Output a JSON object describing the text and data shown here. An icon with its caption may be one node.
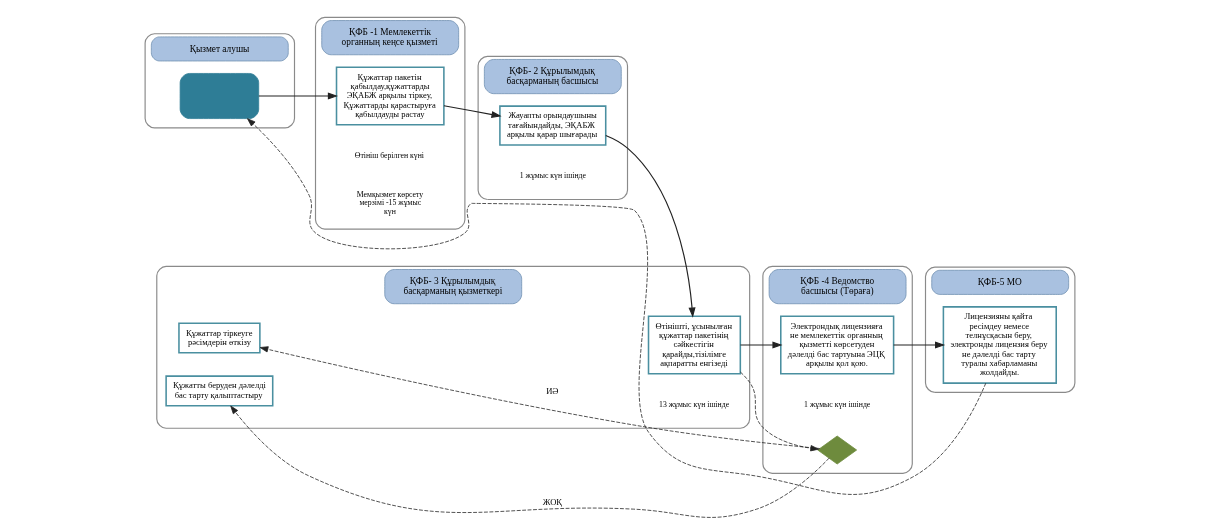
{
  "diagram": {
    "nodes": [
      {
        "text": [
          "Қызмет алушы"
        ]
      },
      {
        "text": [
          "ҚФБ -1 Мемлекеттік органның кеңсе қызметі"
        ]
      },
      {
        "text": [
          "ҚФБ- 2 Құрылымдық басқарманың басшысы"
        ]
      },
      {
        "text": [
          "ҚФБ- 3 Құрылымдық басқарманың қызметкері"
        ]
      },
      {
        "text": [
          "ҚФБ -4 Ведомство басшысы (Төраға)"
        ]
      },
      {
        "text": [
          "ҚФБ-5 МО"
        ]
      },
      {
        "text": [],
        "shape": "box",
        "in": 0
      },
      {
        "text": [
          "Құжаттар пакетін қабылдау,құжаттарды ЭҚАБЖ арқылы тіркеу, Құжаттарды қарастыруға қабылдауды растау"
        ],
        "in": 1,
        "beside": [
          "Өтініш берілген күні",
          "Мемқызмет көрсету мерзімі -15 жұмыс күн"
        ]
      },
      {
        "text": [
          "Жауапты орындаушыны тағайындайды, ЭҚАБЖ арқылы қарар шығарады"
        ],
        "in": 2,
        "beside": [
          "1 жұмыс күн ішінде"
        ]
      },
      {
        "text": [
          "Өтінішті, ұсынылған құжаттар пакетінің сәйкестігін қарайды,тізілімге ақпаратты енгізеді"
        ],
        "in": 3,
        "beside": [
          "13 жұмыс күн ішінде"
        ]
      },
      {
        "text": [
          "Электрондық лицензияға не мемлекеттік органның қызметті көрсетуден дәлелді бас тартуына ЭЦҚ арқылы қол қою."
        ],
        "in": 4,
        "beside": [
          "1 жұмыс күн ішінде"
        ]
      },
      {
        "text": [
          "Лицензияны қайта ресімдеу немесе телнұсқасын беру, электронды лицензия беру не дәлелді бас тарту туралы хабарламаны жолдайды."
        ],
        "in": 5
      },
      {
        "text": [],
        "shape": "diamond",
        "in": 4
      },
      {
        "text": [
          "Құжаттар тіркеуге рәсімдерін өткізу"
        ],
        "in": 3
      },
      {
        "text": [
          "Құжатты беруден дәлелді бас тарту қалыптастыру"
        ],
        "in": 3
      }
    ],
    "edges": [
      {
        "from": 6,
        "to": 7,
        "arrow": "to"
      },
      {
        "from": 7,
        "to": 8,
        "arrow": "to"
      },
      {
        "from": 8,
        "to": 9,
        "arrow": "to"
      },
      {
        "from": 9,
        "to": 10,
        "arrow": "to"
      },
      {
        "from": 10,
        "to": 11,
        "arrow": "to"
      },
      {
        "from": 9,
        "to": 12,
        "arrow": "to",
        "style": "dashed"
      },
      {
        "from": 12,
        "to": 13,
        "arrow": "to",
        "style": "dashed",
        "label": "ИӘ"
      },
      {
        "from": 12,
        "to": 14,
        "arrow": "to",
        "style": "dashed",
        "label": "ЖОҚ"
      },
      {
        "from": 11,
        "to": 6,
        "arrow": "to",
        "style": "dashed"
      }
    ]
  }
}
